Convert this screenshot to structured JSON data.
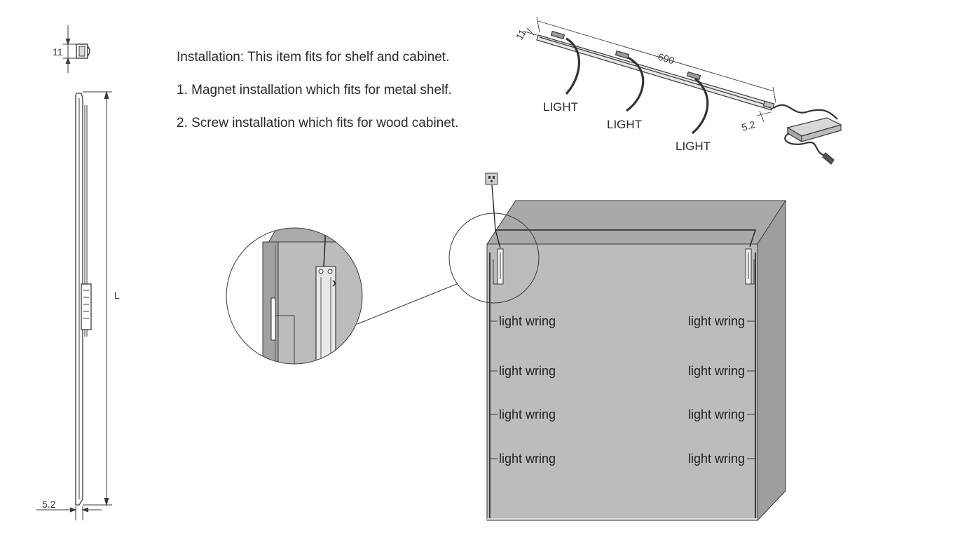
{
  "instructions": {
    "title": "Installation: This item fits for shelf and cabinet.",
    "step1": "1. Magnet installation which fits for metal shelf.",
    "step2": "2. Screw installation which fits for wood cabinet."
  },
  "profile_drawing": {
    "height_dim": "11",
    "length_dim": "L",
    "width_dim": "5.2"
  },
  "light_bar_kit": {
    "depth_dim": "11",
    "length_dim": "600",
    "width_dim": "5.2",
    "light_labels": [
      "LIGHT",
      "LIGHT",
      "LIGHT"
    ]
  },
  "cabinet": {
    "left_labels": [
      "light wring",
      "light wring",
      "light wring",
      "light wring"
    ],
    "right_labels": [
      "light wring",
      "light wring",
      "light wring",
      "light wring"
    ]
  },
  "colors": {
    "line": "#3a3a3a",
    "cabinet_fill": "#bcbcbe",
    "cabinet_top": "#a9a9ac",
    "cabinet_side": "#9e9ea1"
  }
}
